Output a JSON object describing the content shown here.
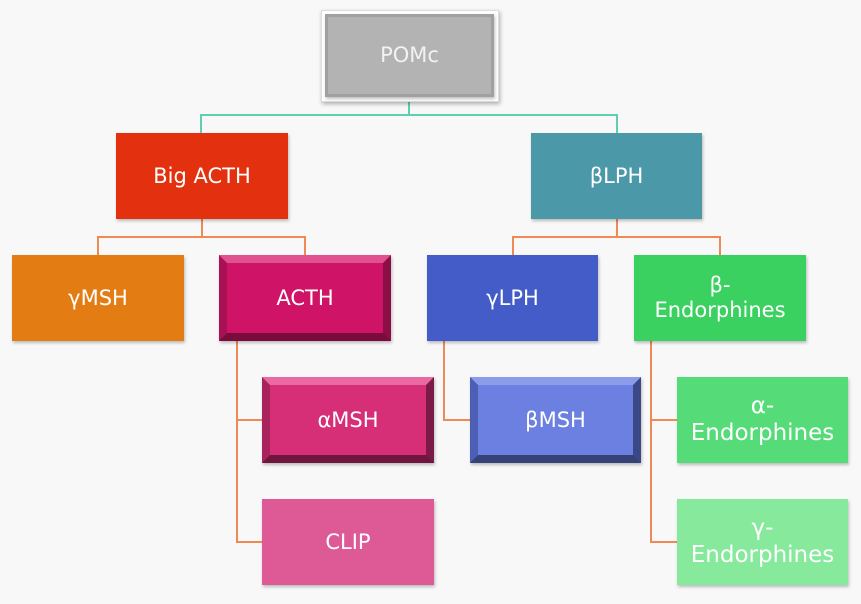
{
  "diagram": {
    "root": {
      "label": "POMc",
      "color": "#b3b3b3"
    },
    "nodes": {
      "big_acth": {
        "label": "Big ACTH",
        "color": "#e3300f"
      },
      "beta_lph": {
        "label": "βLPH",
        "color": "#4a98a8"
      },
      "gamma_msh": {
        "label": "γMSH",
        "color": "#e47c14"
      },
      "acth": {
        "label": "ACTH",
        "color": "#cf1366"
      },
      "gamma_lph": {
        "label": "γLPH",
        "color": "#445cc7"
      },
      "beta_endorphines": {
        "label": "β-\nEndorphines",
        "color": "#3bd160"
      },
      "alpha_msh": {
        "label": "αMSH",
        "color": "#d62f78"
      },
      "beta_msh": {
        "label": "βMSH",
        "color": "#6b80e0"
      },
      "alpha_endorphines": {
        "label": "α-\nEndorphines",
        "color": "#55dc78"
      },
      "clip": {
        "label": "CLIP",
        "color": "#de5a97"
      },
      "gamma_endorphines": {
        "label": "γ-\nEndorphines",
        "color": "#86e99c"
      }
    },
    "edges": [
      [
        "POMc",
        "Big ACTH"
      ],
      [
        "POMc",
        "βLPH"
      ],
      [
        "Big ACTH",
        "γMSH"
      ],
      [
        "Big ACTH",
        "ACTH"
      ],
      [
        "βLPH",
        "γLPH"
      ],
      [
        "βLPH",
        "β-Endorphines"
      ],
      [
        "ACTH",
        "αMSH"
      ],
      [
        "ACTH",
        "CLIP"
      ],
      [
        "γLPH",
        "βMSH"
      ],
      [
        "β-Endorphines",
        "α-Endorphines"
      ],
      [
        "β-Endorphines",
        "γ-Endorphines"
      ]
    ],
    "line_colors": {
      "top": "#5fcfb0",
      "lower": "#f08a55"
    }
  }
}
